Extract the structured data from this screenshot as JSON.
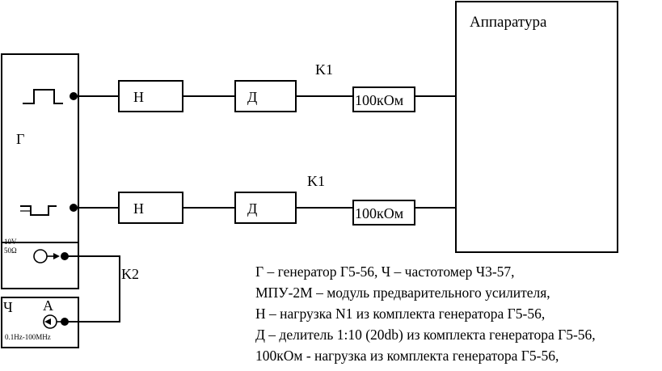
{
  "diagram": {
    "apparatus_label": "Аппаратура",
    "generator_label": "Г",
    "generator_output_label_1": "10V",
    "generator_output_label_2": "50Ω",
    "counter_label": "Ч",
    "counter_input_label": "A",
    "counter_range_label": "0.1Hz-100MHz",
    "cable_label_top": "K1",
    "cable_label_bottom": "K1",
    "cable_label_k2": "K2",
    "load_label": "Н",
    "divider_label": "Д",
    "resistor_label": "100кОм"
  },
  "legend": [
    "Г – генератор Г5-56, Ч – частотомер Ч3-57,",
    "МПУ-2М – модуль предварительного усилителя,",
    "Н – нагрузка N1 из комплекта генератора Г5-56,",
    "Д – делитель 1:10 (20db) из комплекта генератора Г5-56,",
    "100кОм - нагрузка из комплекта генератора Г5-56,"
  ]
}
